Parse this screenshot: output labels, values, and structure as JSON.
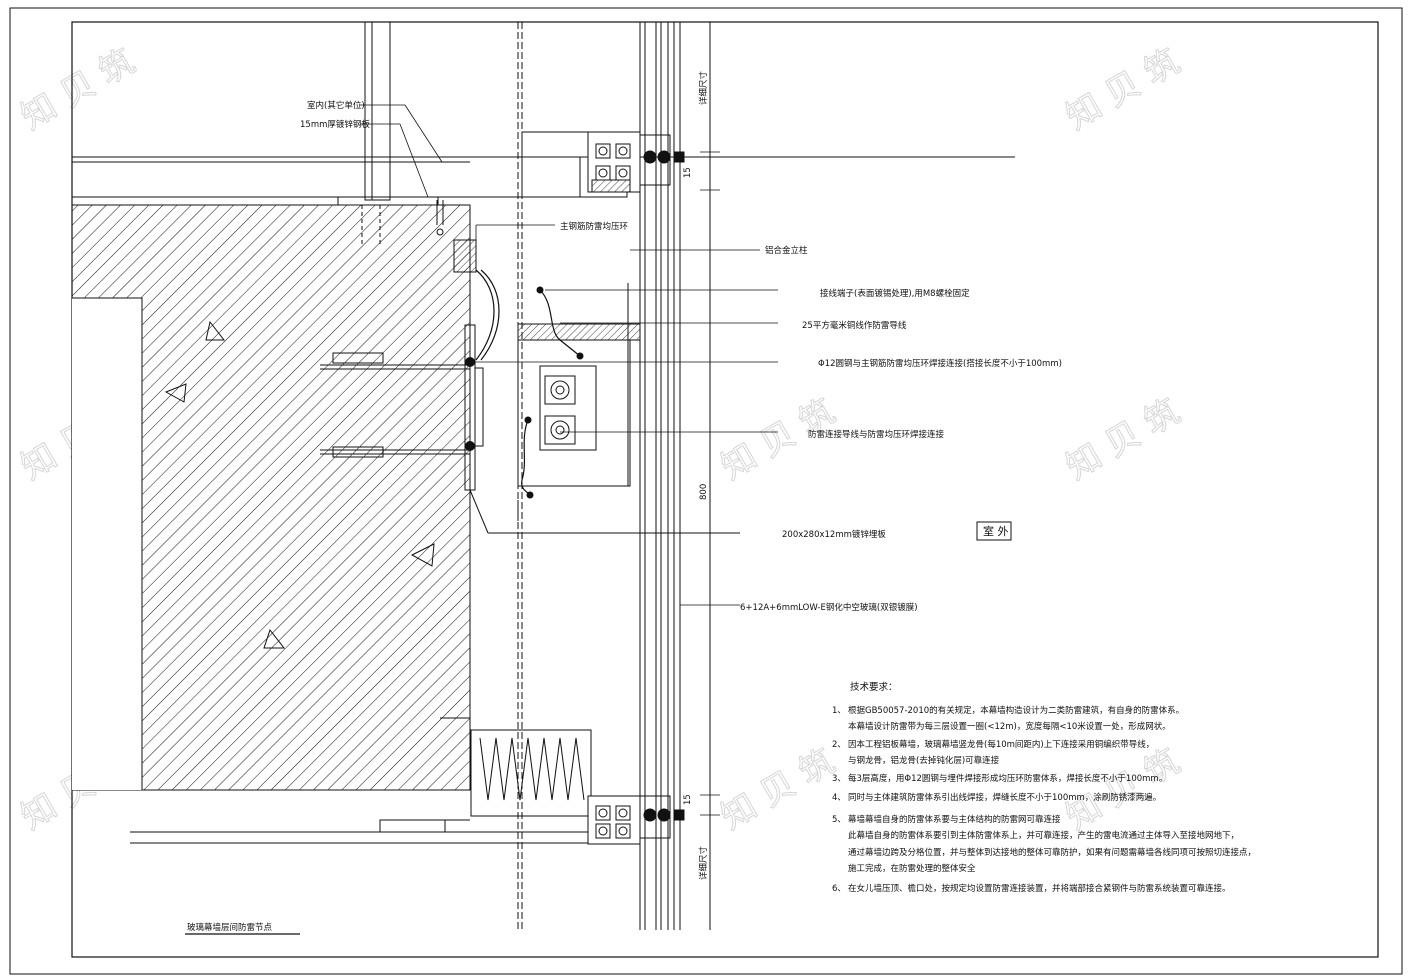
{
  "watermark": "知 贝 筑",
  "labels": {
    "indoor_finish": "室内(其它单位)",
    "steel_plate_15": "15mm厚镀锌钢板",
    "main_lightning_ring": "主钢筋防雷均压环",
    "aluminum_profile": "铝合金立柱",
    "terminal": "接线端子(表面镀锡处理),用M8螺栓固定",
    "copper_wire": "25平方毫米铜线作防雷导线",
    "round_steel": "Φ12圆钢与主钢筋防雷均压环焊接连接(搭接长度不小于100mm)",
    "wire_weld": "防雷连接导线与防雷均压环焊接连接",
    "embed_plate": "200x280x12mm镀锌埋板",
    "outdoor": "室 外",
    "glass": "6+12A+6mmLOW-E钢化中空玻璃(双银镀膜)",
    "dim_top_v": "详细尺寸",
    "dim_bot_v": "详细尺寸",
    "dim_15_top": "15",
    "dim_15_bot": "15",
    "dim_height": "800",
    "drawing_title": "玻璃幕墙层间防雷节点"
  },
  "notes": {
    "heading": "技术要求：",
    "items": [
      {
        "num": "1、",
        "lines": [
          "根据GB50057-2010的有关规定，本幕墙构造设计为二类防雷建筑，有自身的防雷体系。",
          "本幕墙设计防雷带为每三层设置一圈(<12m)，宽度每隔<10米设置一处，形成网状。"
        ]
      },
      {
        "num": "2、",
        "lines": [
          "因本工程铝板幕墙，玻璃幕墙竖龙骨(每10m间距内)上下连接采用铜编织带导线，",
          "与钢龙骨，铝龙骨(去掉钝化层)可靠连接"
        ]
      },
      {
        "num": "3、",
        "lines": [
          "每3层高度，用Φ12圆钢与埋件焊接形成均压环防雷体系，焊接长度不小于100mm。"
        ]
      },
      {
        "num": "4、",
        "lines": [
          "同时与主体建筑防雷体系引出线焊接，焊缝长度不小于100mm，涂刷防锈漆两遍。"
        ]
      },
      {
        "num": "5、",
        "lines": [
          "幕墙幕墙自身的防雷体系要与主体结构的防雷网可靠连接",
          "此幕墙自身的防雷体系要引到主体防雷体系上，并可靠连接，产生的雷电流通过主体导入至接地网地下，",
          "通过幕墙边跨及分格位置，并与整体到达接地的整体可靠防护，如果有问题需幕墙各线同项可按照切连接点，",
          "施工完成，在防雷处理的整体安全"
        ]
      },
      {
        "num": "6、",
        "lines": [
          "在女儿墙压顶、檐口处，按规定均设置防雷连接装置，并将端部接合紧钢件与防雷系统装置可靠连接。"
        ]
      }
    ]
  }
}
